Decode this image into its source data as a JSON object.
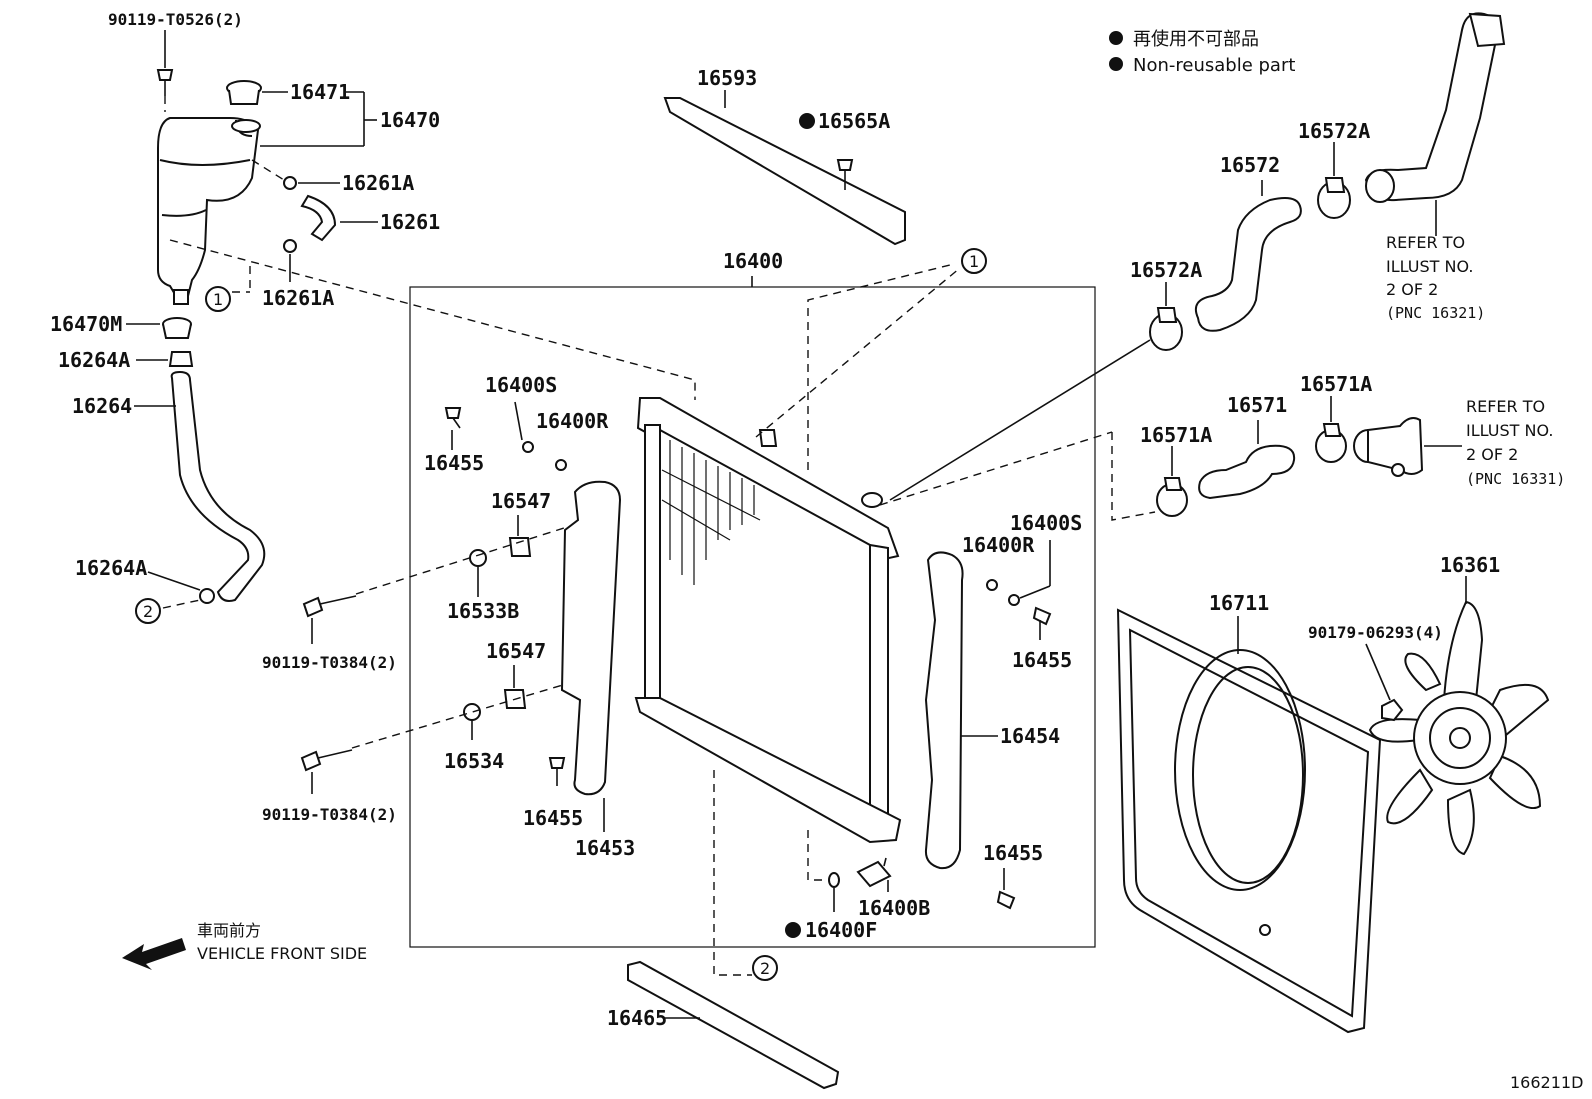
{
  "legend": {
    "non_reusable_jp": "再使用不可部品",
    "non_reusable_en": "Non-reusable part"
  },
  "direction": {
    "label_jp": "車両前方",
    "label_en": "VEHICLE FRONT SIDE"
  },
  "diagram_id": "166211D",
  "refs": {
    "upper": {
      "l1": "REFER TO",
      "l2": "ILLUST NO.",
      "l3": "2 OF 2",
      "l4": "(PNC 16321)"
    },
    "lower": {
      "l1": "REFER TO",
      "l2": "ILLUST NO.",
      "l3": "2 OF 2",
      "l4": "(PNC 16331)"
    }
  },
  "markers": {
    "one": "1",
    "two": "2"
  },
  "parts": {
    "p90119_t0526": "90119-T0526(2)",
    "p16471": "16471",
    "p16470": "16470",
    "p16261a_1": "16261A",
    "p16261": "16261",
    "p16261a_2": "16261A",
    "p16470m": "16470M",
    "p16264a_1": "16264A",
    "p16264": "16264",
    "p16264a_2": "16264A",
    "p16593": "16593",
    "p16565a": "16565A",
    "p16400": "16400",
    "p16400s_1": "16400S",
    "p16400r_1": "16400R",
    "p16455_1": "16455",
    "p16547_1": "16547",
    "p16533b": "16533B",
    "p90119_t0384_1": "90119-T0384(2)",
    "p16547_2": "16547",
    "p16534": "16534",
    "p90119_t0384_2": "90119-T0384(2)",
    "p16455_2": "16455",
    "p16453": "16453",
    "p16400s_2": "16400S",
    "p16400r_2": "16400R",
    "p16455_3": "16455",
    "p16454": "16454",
    "p16455_4": "16455",
    "p16400b": "16400B",
    "p16400f": "16400F",
    "p16465": "16465",
    "p16572": "16572",
    "p16572a_1": "16572A",
    "p16572a_2": "16572A",
    "p16571": "16571",
    "p16571a_1": "16571A",
    "p16571a_2": "16571A",
    "p16711": "16711",
    "p16361": "16361",
    "p90179_06293": "90179-06293(4)"
  }
}
